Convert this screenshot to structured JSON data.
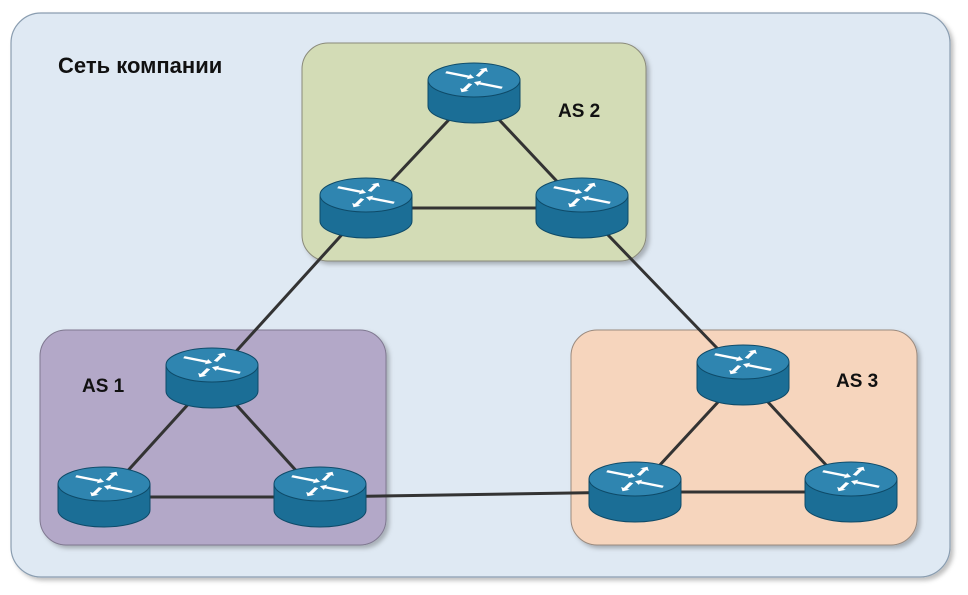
{
  "diagram": {
    "network_title": "Сеть компании",
    "autonomous_systems": [
      {
        "id": "as1",
        "label": "AS 1",
        "color": "#b3a8c8",
        "routers": [
          "as1-top",
          "as1-left",
          "as1-right"
        ]
      },
      {
        "id": "as2",
        "label": "AS 2",
        "color": "#d3dcb6",
        "routers": [
          "as2-top",
          "as2-left",
          "as2-right"
        ]
      },
      {
        "id": "as3",
        "label": "AS 3",
        "color": "#f6d5bd",
        "routers": [
          "as3-top",
          "as3-left",
          "as3-right"
        ]
      }
    ],
    "links": [
      [
        "as2-top",
        "as2-left"
      ],
      [
        "as2-top",
        "as2-right"
      ],
      [
        "as2-left",
        "as2-right"
      ],
      [
        "as1-top",
        "as1-left"
      ],
      [
        "as1-top",
        "as1-right"
      ],
      [
        "as1-left",
        "as1-right"
      ],
      [
        "as3-top",
        "as3-left"
      ],
      [
        "as3-top",
        "as3-right"
      ],
      [
        "as3-left",
        "as3-right"
      ],
      [
        "as2-left",
        "as1-top"
      ],
      [
        "as2-right",
        "as3-top"
      ],
      [
        "as1-right",
        "as3-left"
      ]
    ],
    "colors": {
      "company_network_bg": "#dfe9f3",
      "router_body": "#1b6e96",
      "router_top": "#2f85b0",
      "link": "#333333"
    },
    "router_icon": "router-icon"
  }
}
